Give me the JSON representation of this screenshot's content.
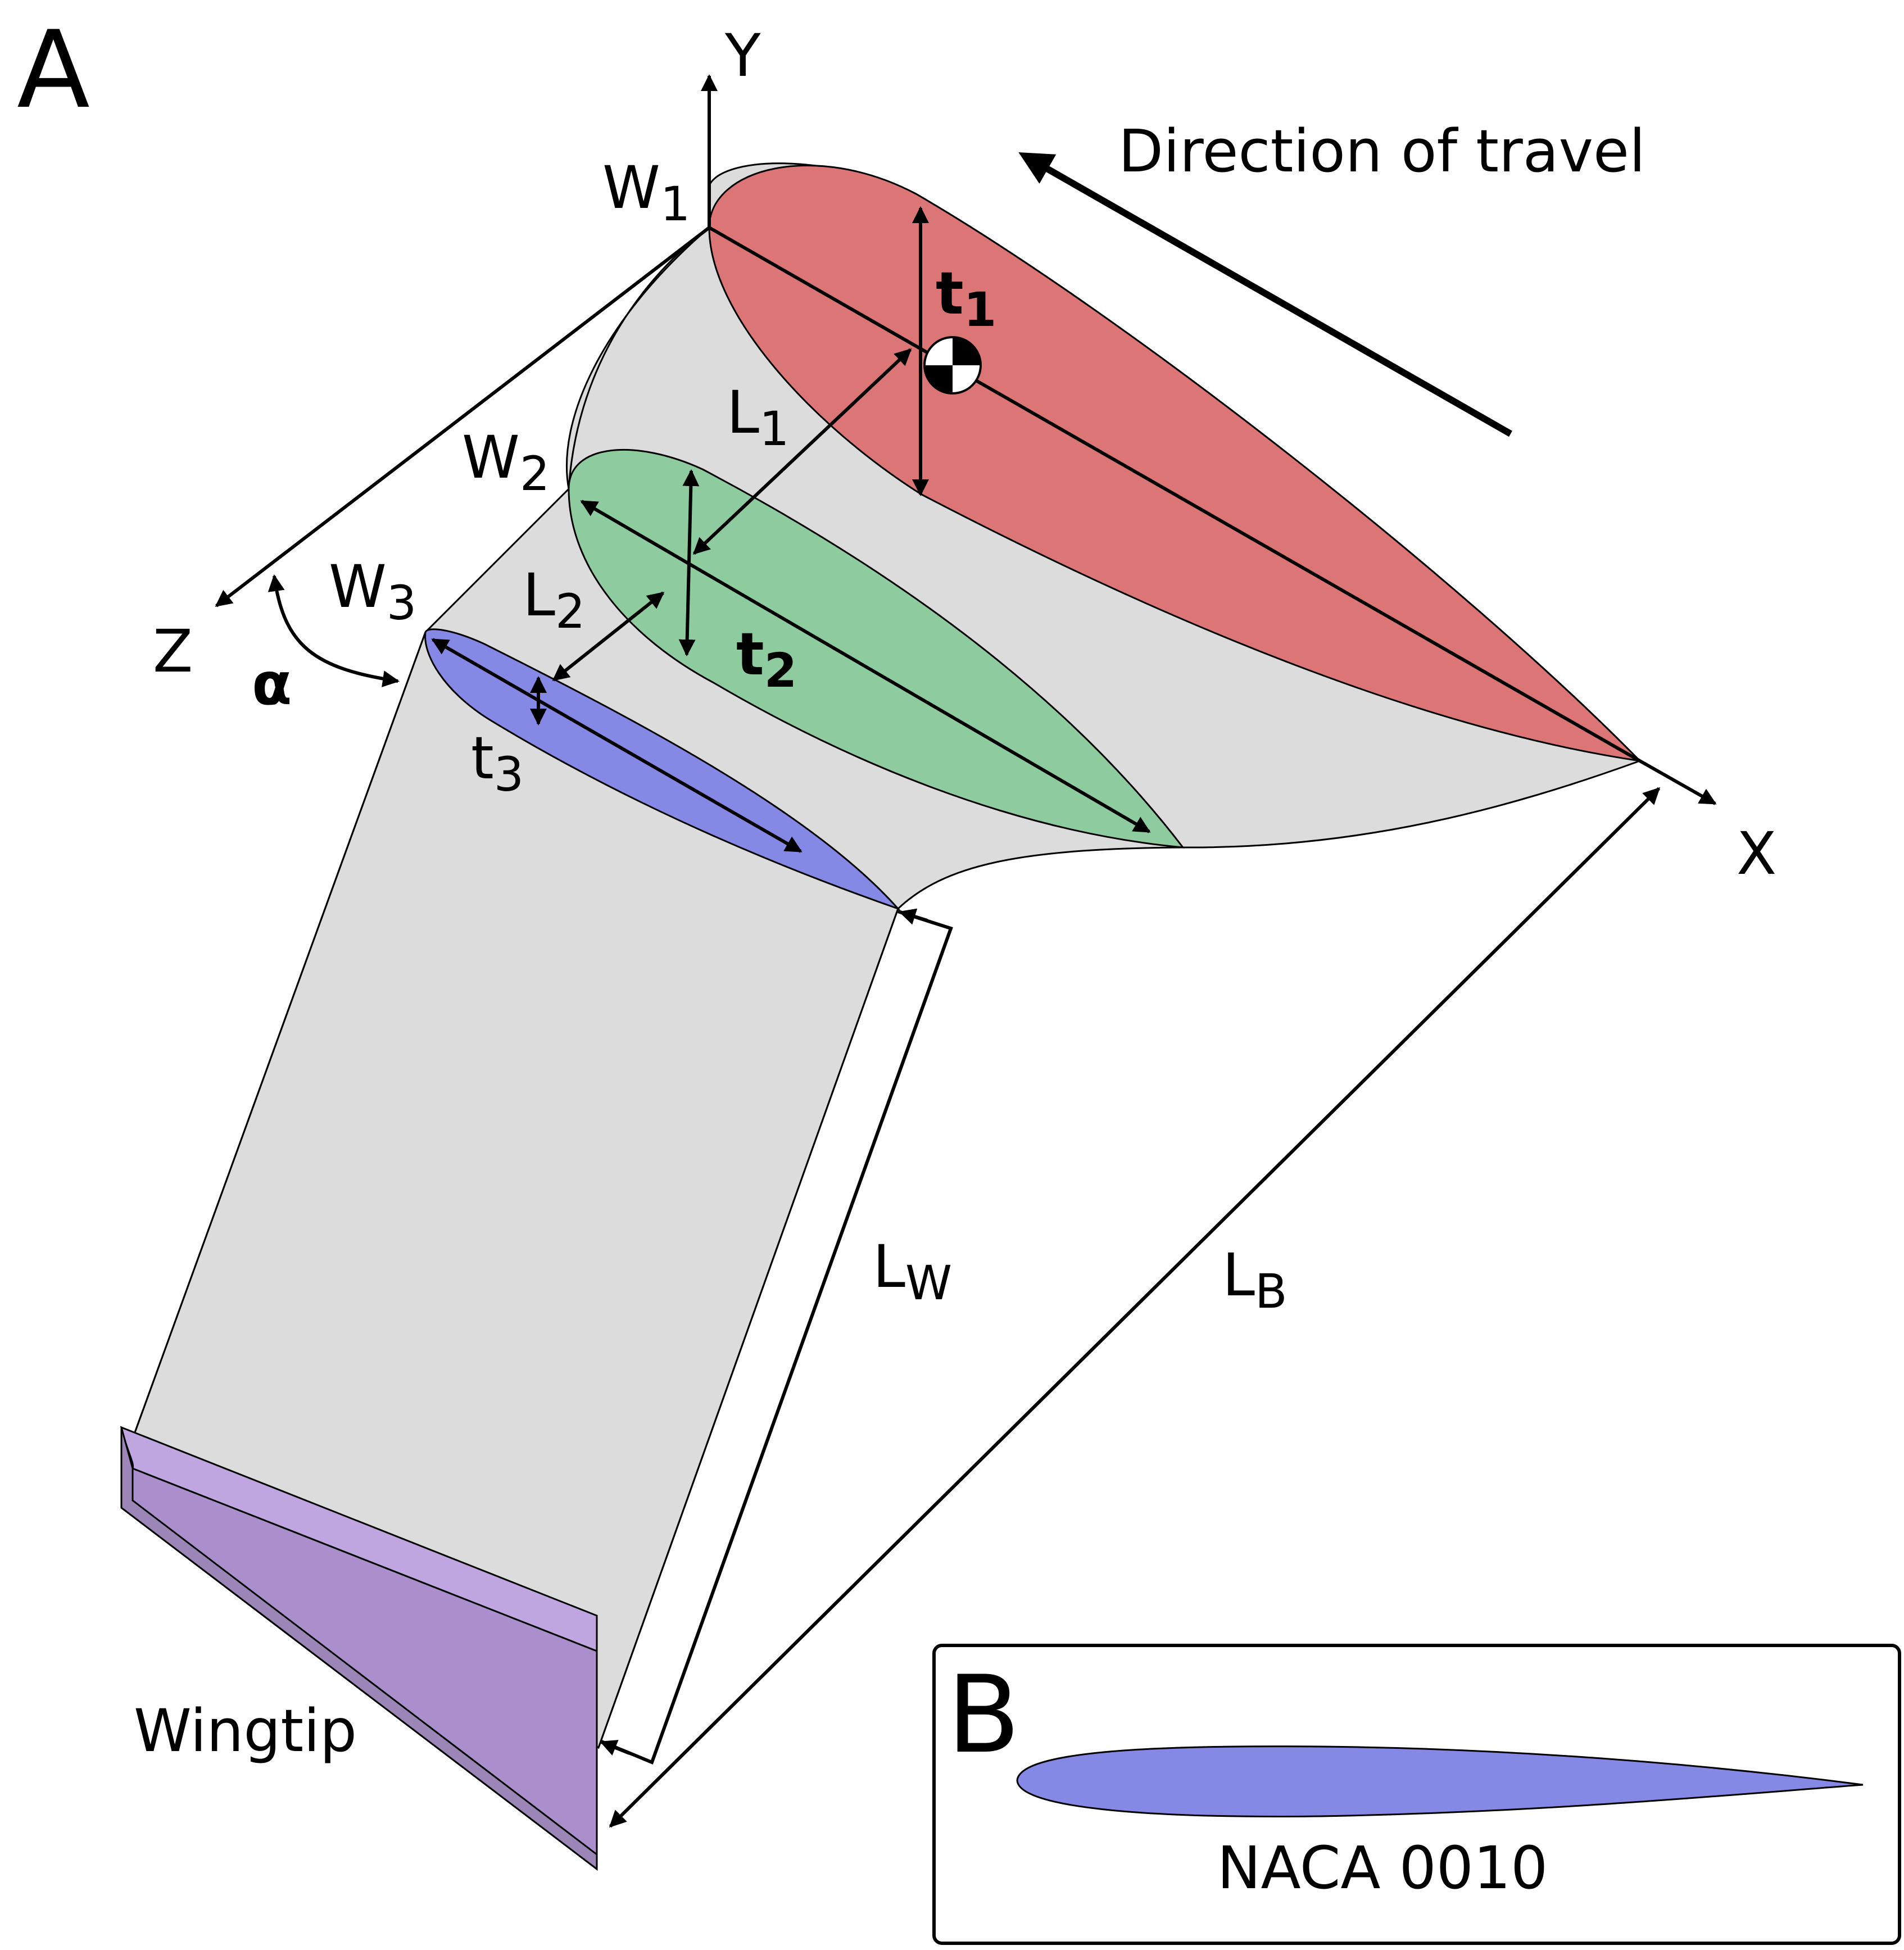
{
  "panels": {
    "a": "A",
    "b": "B"
  },
  "travel_label": "Direction of travel",
  "axes": {
    "x": "X",
    "y": "Y",
    "z": "Z"
  },
  "widths": {
    "w1": {
      "base": "W",
      "sub": "1"
    },
    "w2": {
      "base": "W",
      "sub": "2"
    },
    "w3": {
      "base": "W",
      "sub": "3"
    }
  },
  "thickness": {
    "t1": {
      "base": "t",
      "sub": "1"
    },
    "t2": {
      "base": "t",
      "sub": "2"
    },
    "t3": {
      "base": "t",
      "sub": "3"
    }
  },
  "lengths": {
    "l1": {
      "base": "L",
      "sub": "1"
    },
    "l2": {
      "base": "L",
      "sub": "2"
    },
    "lw": {
      "base": "L",
      "sub": "W"
    },
    "lb": {
      "base": "L",
      "sub": "B"
    }
  },
  "angle_label": "α",
  "wingtip_label": "Wingtip",
  "airfoil_label": "NACA 0010",
  "colors": {
    "section_1": "#dc7676",
    "section_2": "#8ecca0",
    "section_3": "#8589e5",
    "body_surface": "#dcdcdc",
    "wingtip_top": "#c0a6e0",
    "wingtip_side": "#ab8fcc",
    "wingtip_edge": "#9c86b8",
    "airfoil": "#8589e5"
  }
}
